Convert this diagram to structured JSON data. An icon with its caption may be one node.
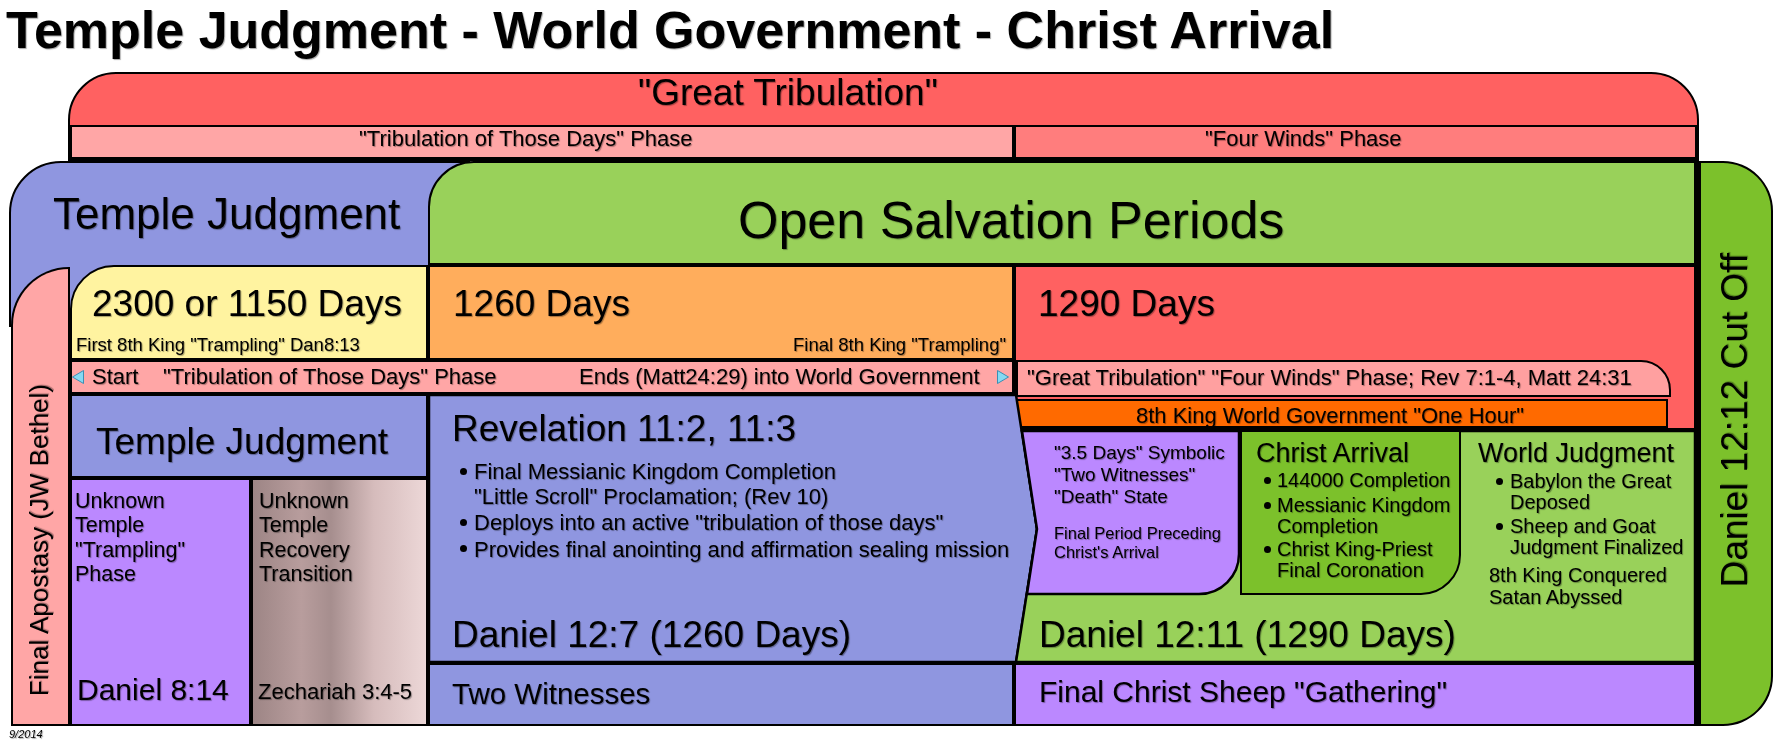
{
  "diagram": {
    "title": "Temple Judgment - World Government - Christ Arrival",
    "nodes": [
      {
        "text": [
          "\"Great Tribulation\""
        ]
      },
      {
        "text": [
          "\"Tribulation of Those Days\" Phase"
        ],
        "in": 0
      },
      {
        "text": [
          "\"Four Winds\" Phase"
        ],
        "in": 0
      },
      {
        "text": [
          "Temple Judgment"
        ]
      },
      {
        "text": [
          "Open Salvation Periods"
        ]
      },
      {
        "text": [
          "Final Apostasy (JW Bethel)"
        ]
      },
      {
        "text": [
          "2300 or 1150 Days",
          "First 8th King \"Trampling\" Dan8:13"
        ]
      },
      {
        "text": [
          "1260 Days",
          "Final 8th King \"Trampling\""
        ]
      },
      {
        "text": [
          "1290 Days"
        ]
      },
      {
        "text": [
          "Start",
          "\"Tribulation of Those Days\" Phase",
          "Ends (Matt24:29) into World Government"
        ]
      },
      {
        "text": [
          "\"Great Tribulation\" \"Four Winds\" Phase; Rev 7:1-4, Matt 24:31"
        ],
        "in": 8
      },
      {
        "text": [
          "8th King World Government \"One Hour\""
        ],
        "in": 8
      },
      {
        "text": [
          "Temple Judgment"
        ]
      },
      {
        "text": [
          "Revelation 11:2, 11:3",
          "Final Messianic Kingdom Completion \"Little Scroll\" Proclamation; (Rev 10)",
          "Deploys into an active \"tribulation of those days\"",
          "Provides final anointing and affirmation sealing mission",
          "Daniel 12:7 (1260 Days)"
        ]
      },
      {
        "text": [
          "World Judgment",
          "Babylon the Great Deposed",
          "Sheep and Goat Judgment Finalized",
          "8th King Conquered Satan Abyssed",
          "Daniel 12:11 (1290 Days)"
        ]
      },
      {
        "text": [
          "\"3.5 Days\" Symbolic \"Two Witnesses\" \"Death\" State",
          "Final Period Preceding Christ's Arrival"
        ],
        "in": 14
      },
      {
        "text": [
          "Christ Arrival",
          "144000 Completion",
          "Messianic Kingdom Completion",
          "Christ King-Priest Final Coronation"
        ],
        "in": 14
      },
      {
        "text": [
          "Unknown Temple \"Trampling\" Phase",
          "Daniel 8:14"
        ]
      },
      {
        "text": [
          "Unknown Temple Recovery Transition",
          "Zechariah 3:4-5"
        ]
      },
      {
        "text": [
          "Two Witnesses"
        ]
      },
      {
        "text": [
          "Final Christ Sheep \"Gathering\""
        ]
      },
      {
        "text": [
          "Daniel 12:12 Cut Off"
        ]
      }
    ],
    "labels": [
      "9/2014"
    ]
  }
}
